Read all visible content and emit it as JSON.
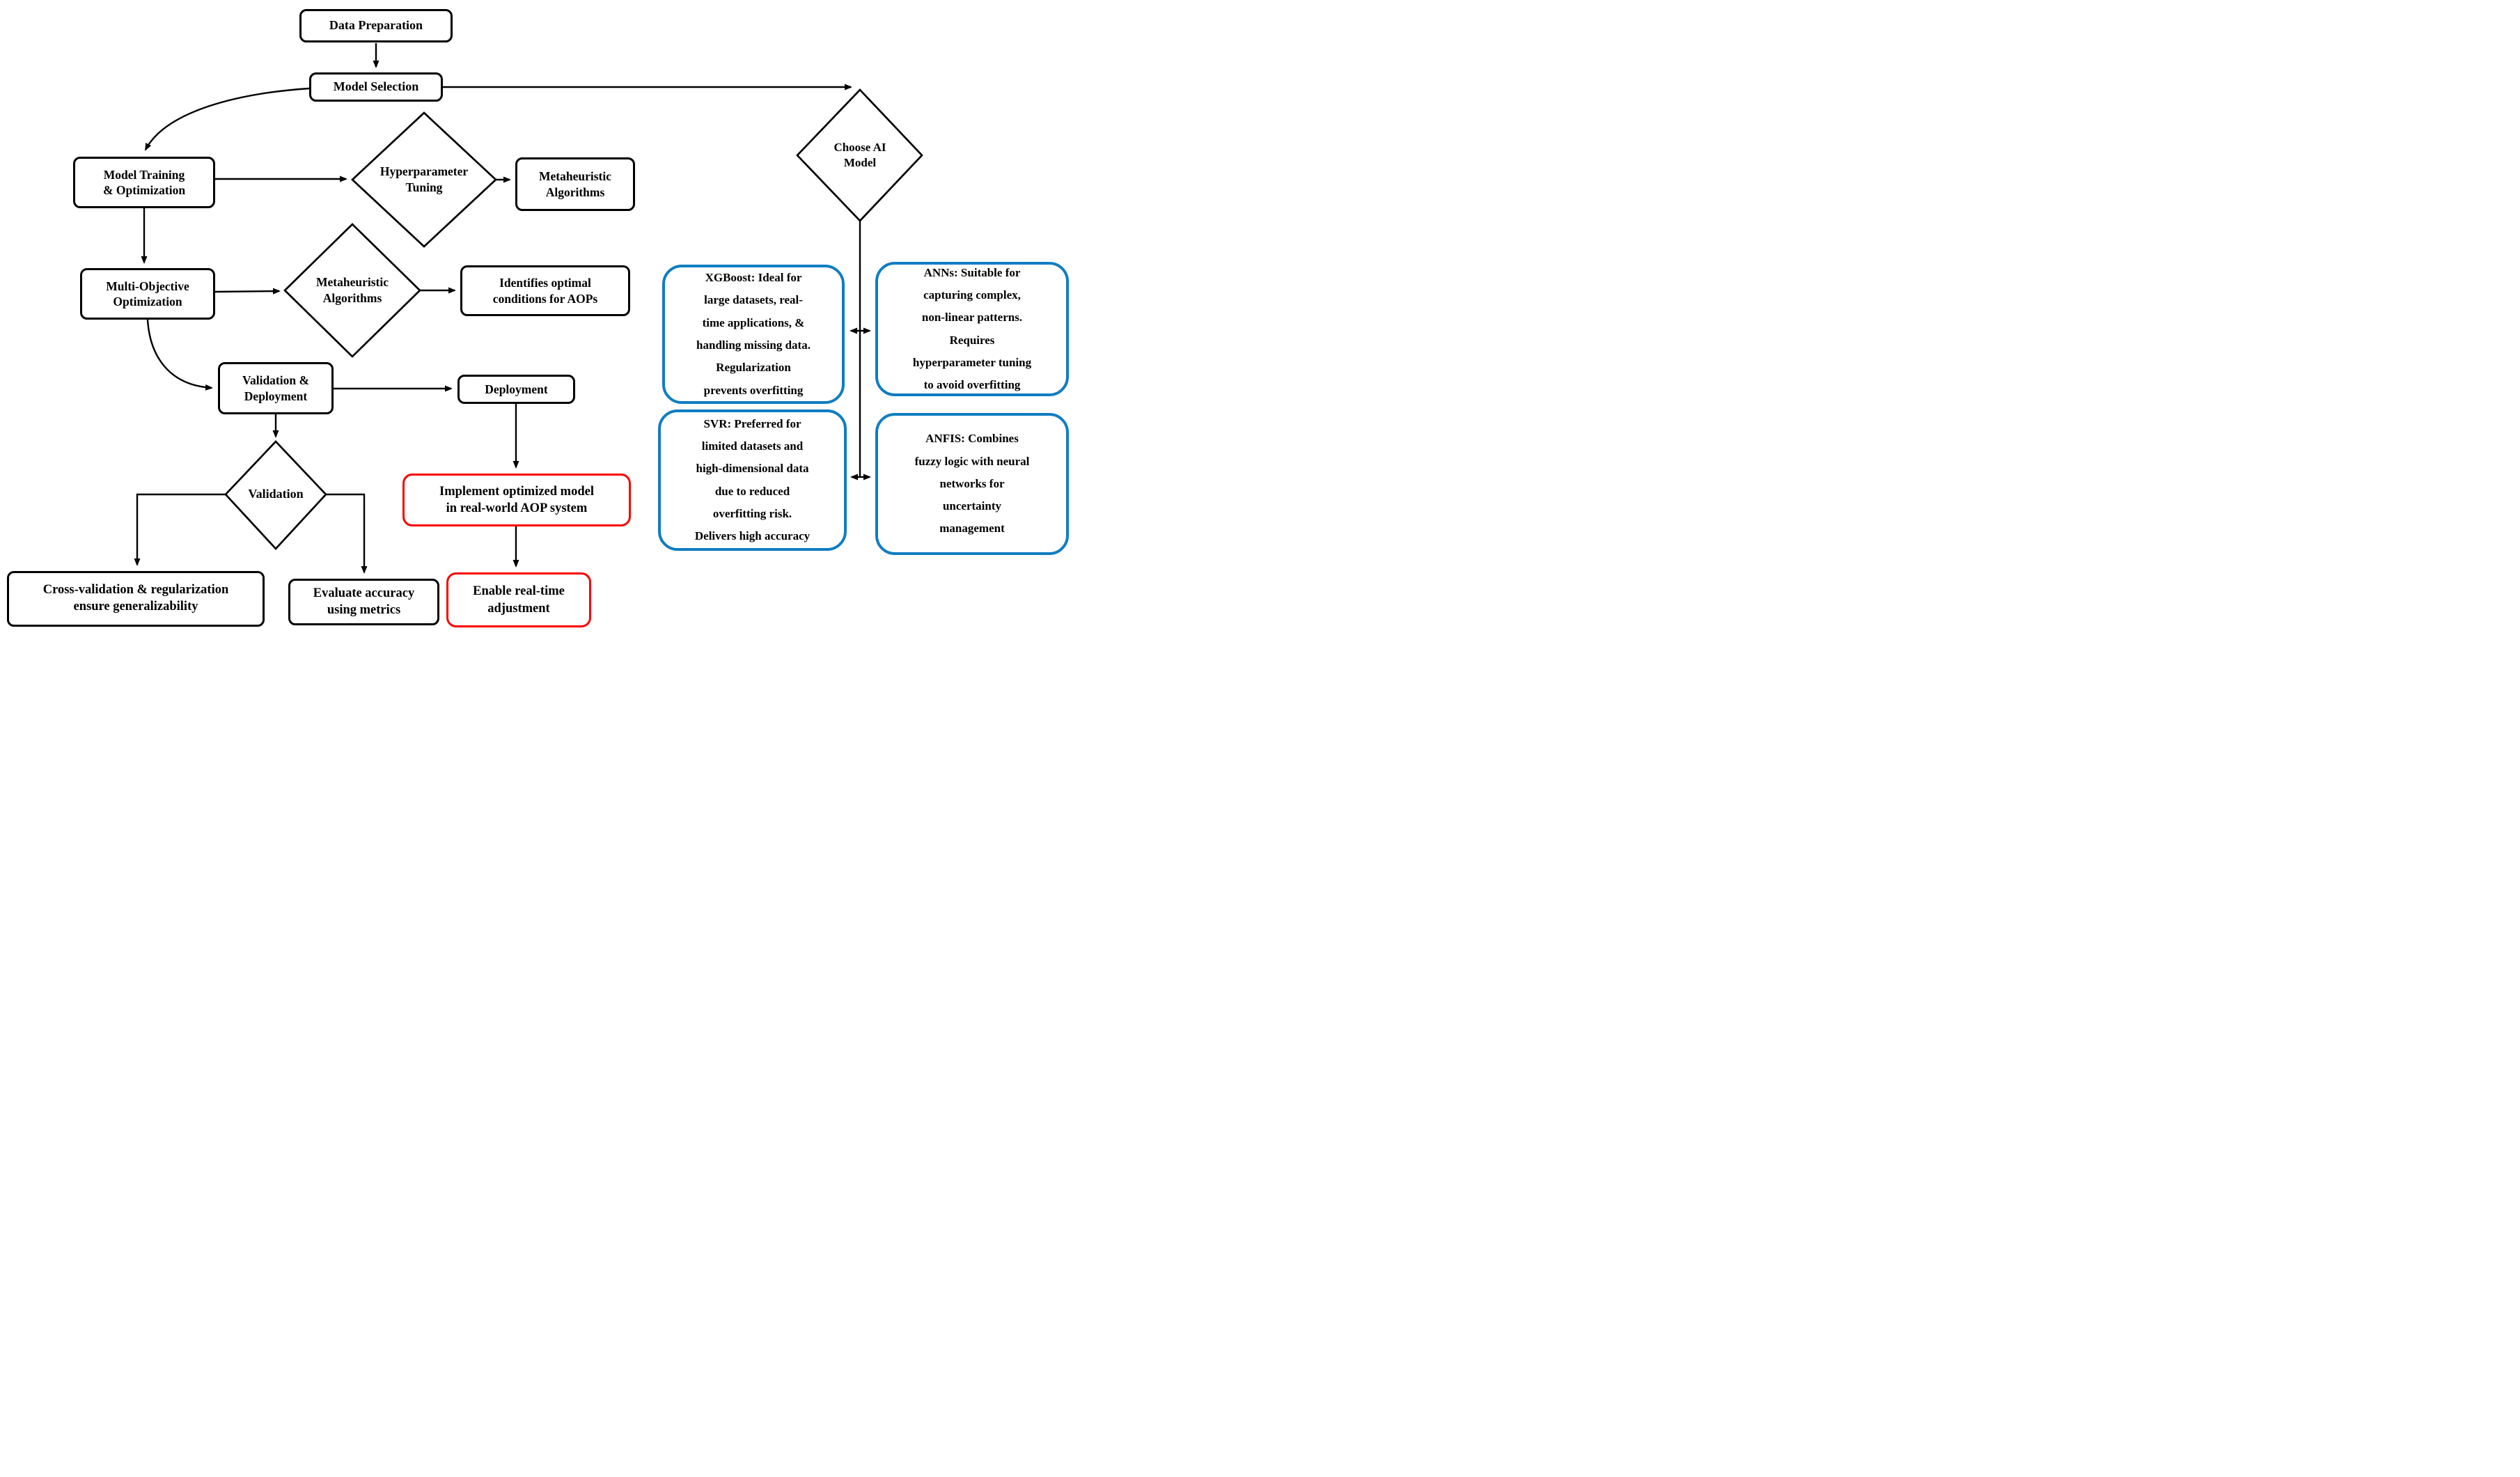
{
  "figure": {
    "type": "flowchart",
    "background": "#ffffff",
    "colors": {
      "node_border": "#000000",
      "highlight_border": "#fa0000",
      "ai_card_border": "#107dc2",
      "text": "#000000",
      "connector": "#000000"
    }
  },
  "nodes": {
    "data_preparation": {
      "label": "Data Preparation"
    },
    "model_selection": {
      "label": "Model Selection"
    },
    "model_training": {
      "label": "Model Training\n& Optimization"
    },
    "metaheuristic_algorithms_box": {
      "label": "Metaheuristic\nAlgorithms"
    },
    "multi_objective": {
      "label": "Multi-Objective\nOptimization"
    },
    "identifies_optimal": {
      "label": "Identifies optimal\nconditions for AOPs"
    },
    "validation_deployment": {
      "label": "Validation &\nDeployment"
    },
    "deployment": {
      "label": "Deployment"
    },
    "cross_validation": {
      "label": "Cross-validation & regularization\nensure generalizability"
    },
    "evaluate_accuracy": {
      "label": "Evaluate accuracy\nusing metrics"
    }
  },
  "highlighted_nodes": {
    "implement_model": {
      "label": "Implement optimized model\nin real-world AOP system"
    },
    "enable_realtime": {
      "label": "Enable real-time\nadjustment"
    }
  },
  "diamonds": {
    "hyperparameter_tuning": {
      "label": "Hyperparameter\nTuning"
    },
    "metaheuristic_algorithms": {
      "label": "Metaheuristic\nAlgorithms"
    },
    "validation": {
      "label": "Validation"
    },
    "choose_ai_model": {
      "label": "Choose AI\nModel"
    }
  },
  "ai_model_cards": {
    "xgboost": {
      "label": "XGBoost: Ideal for\nlarge datasets, real-\ntime applications, &\nhandling missing data.\nRegularization\nprevents overfitting"
    },
    "anns": {
      "label": "ANNs: Suitable for\ncapturing complex,\nnon-linear patterns.\nRequires\nhyperparameter tuning\nto avoid overfitting"
    },
    "svr": {
      "label": "SVR: Preferred for\nlimited datasets and\nhigh-dimensional data\ndue to reduced\noverfitting risk.\nDelivers high accuracy"
    },
    "anfis": {
      "label": "ANFIS: Combines\nfuzzy logic with neural\nnetworks for\nuncertainty\nmanagement"
    }
  }
}
